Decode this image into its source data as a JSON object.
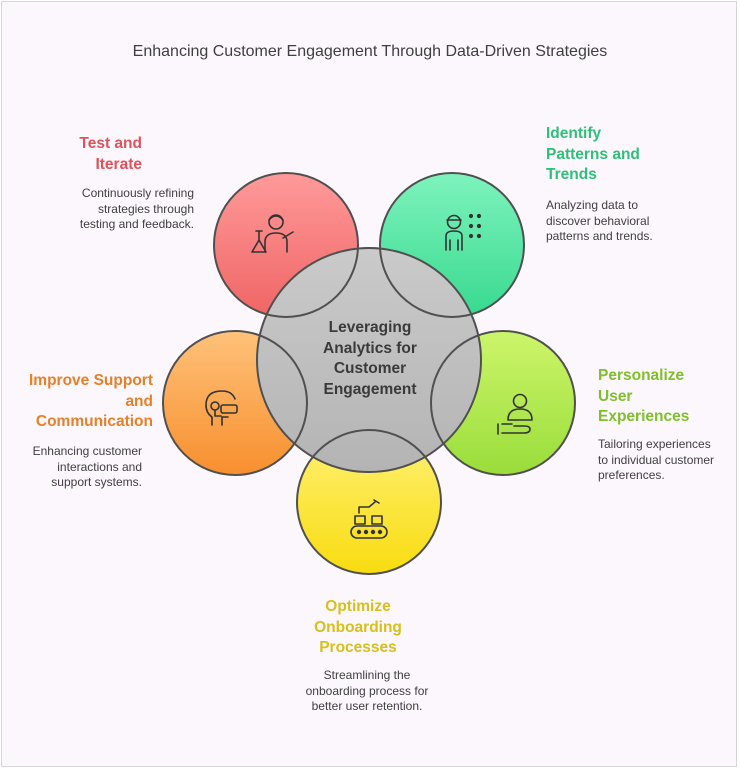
{
  "title": "Enhancing Customer Engagement Through Data-Driven Strategies",
  "center": {
    "label": "Leveraging Analytics for Customer Engagement",
    "color": "#bfbfbf"
  },
  "segments": [
    {
      "id": "test",
      "title": "Test and Iterate",
      "description": "Continuously refining strategies through testing and feedback.",
      "color": "#f07a78",
      "title_color": "#e0525a",
      "icon": "scientist-flask-icon"
    },
    {
      "id": "identify",
      "title": "Identify Patterns and Trends",
      "description": "Analyzing data to discover behavioral patterns and trends.",
      "color": "#54e0a6",
      "title_color": "#2fbf78",
      "icon": "presenter-board-icon"
    },
    {
      "id": "personalize",
      "title": "Personalize User Experiences",
      "description": "Tailoring experiences to individual customer preferences.",
      "color": "#b3ea52",
      "title_color": "#7fbf2a",
      "icon": "user-hand-icon"
    },
    {
      "id": "onboard",
      "title": "Optimize Onboarding Processes",
      "description": "Streamlining the onboarding process for better user retention.",
      "color": "#fbe63a",
      "title_color": "#d7c01a",
      "icon": "conveyor-robot-icon"
    },
    {
      "id": "support",
      "title": "Improve Support and Communication",
      "description": "Enhancing customer interactions and support systems.",
      "color": "#f9a94c",
      "title_color": "#e58028",
      "icon": "headset-agent-icon"
    }
  ]
}
